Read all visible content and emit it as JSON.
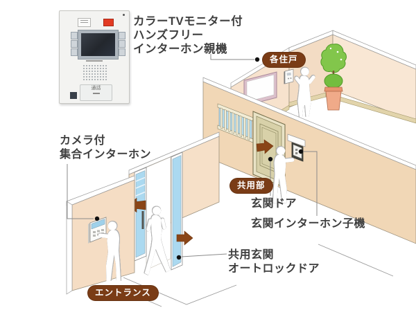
{
  "device_label": {
    "line1": "カラーTVモニター付",
    "line2": "ハンズフリー",
    "line3": "インターホン親機"
  },
  "device": {
    "call_button": "通話"
  },
  "area_badges": {
    "dwelling": "各住戸",
    "common": "共用部",
    "entrance": "エントランス"
  },
  "callouts": {
    "collective_intercom_line1": "カメラ付",
    "collective_intercom_line2": "集合インターホン",
    "entrance_door": "玄関ドア",
    "door_station": "玄関インターホン子機",
    "auto_lock_line1": "共用玄関",
    "auto_lock_line2": "オートロックドア"
  },
  "colors": {
    "badge_brown": "#7a3c16",
    "arrow_brown": "#8a4517",
    "glass_blue": "#abd9f0",
    "wall_peach": "#f4dcc2",
    "door_beige": "#d8d1a9",
    "text_gray": "#3e3e3e"
  }
}
